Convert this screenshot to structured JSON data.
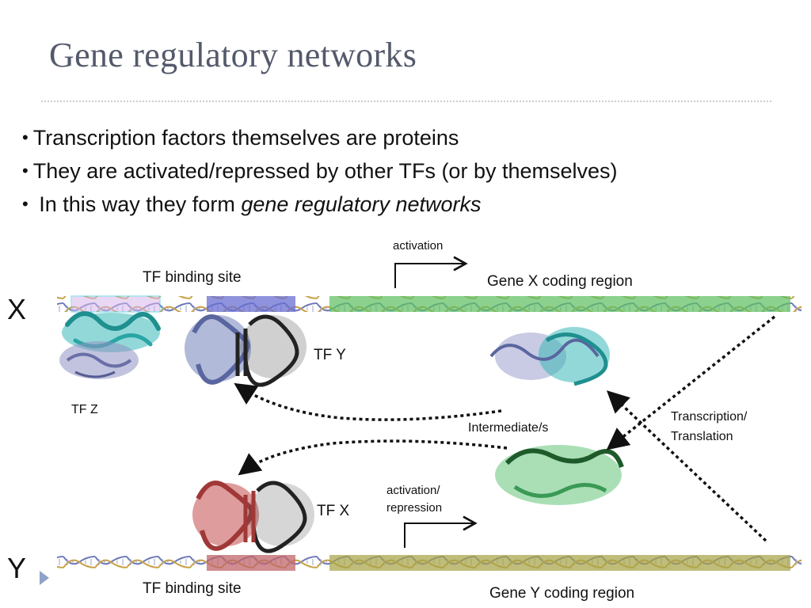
{
  "slide": {
    "title": "Gene regulatory networks",
    "bullets": [
      {
        "text": "Transcription factors themselves are proteins"
      },
      {
        "text": "They are activated/repressed by other TFs (or by themselves)"
      },
      {
        "text_before": "In this way they form ",
        "text_italic": "gene regulatory networks"
      }
    ]
  },
  "diagram": {
    "row_x_label": "X",
    "row_y_label": "Y",
    "tf_binding_site_top": "TF binding site",
    "tf_binding_site_bottom": "TF binding site",
    "gene_x_label": "Gene X coding region",
    "gene_y_label": "Gene Y coding region",
    "activation_label": "activation",
    "activation_repression_label_line1": "activation/",
    "activation_repression_label_line2": "repression",
    "tf_y_label": "TF Y",
    "tf_z_label": "TF Z",
    "tf_x_label": "TF X",
    "intermediate_label": "Intermediate/s",
    "transcription_label_line1": "Transcription/",
    "transcription_label_line2": "Translation",
    "colors": {
      "gene_x": "#5fbf63",
      "gene_y": "#a8a447",
      "binding_site_purple": "#6a6ed0",
      "binding_site_red": "#c0666a",
      "binding_site_cyan": "#d8b8ec",
      "tf_y_protein": "#7f8cc0",
      "tf_x_protein": "#c85a5a",
      "tf_z_protein": "#3ab8b8",
      "intermediate_protein": "#64c47a",
      "title_color": "#545a6b"
    }
  }
}
